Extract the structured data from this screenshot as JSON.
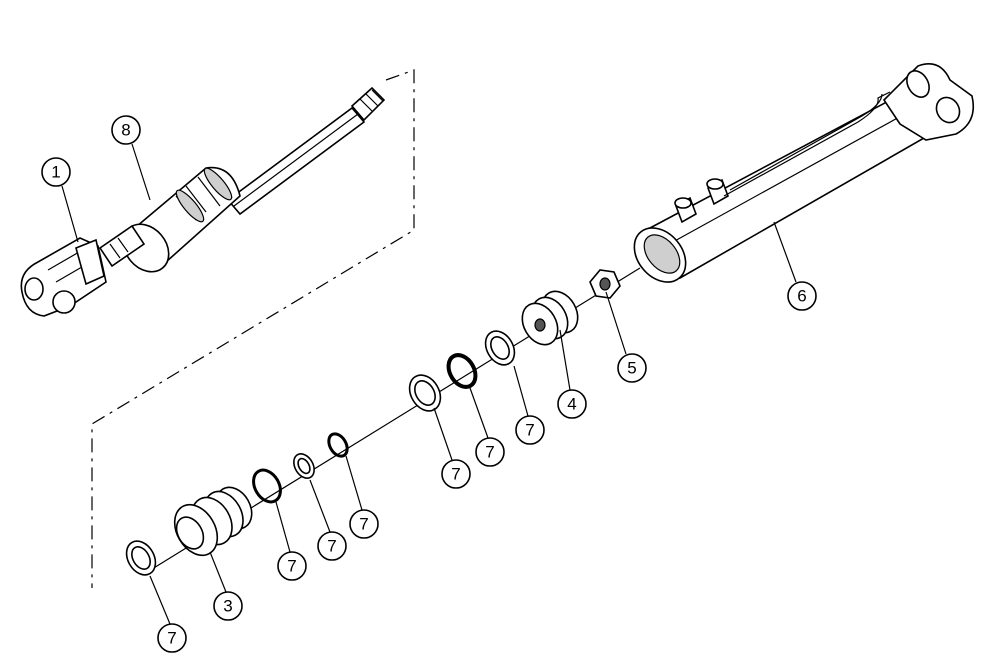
{
  "callouts": {
    "c1": "1",
    "c8": "8",
    "c6": "6",
    "c5": "5",
    "c4": "4",
    "c3": "3",
    "c7a": "7",
    "c7b": "7",
    "c7c": "7",
    "c7d": "7",
    "c7e": "7",
    "c7f": "7",
    "c7g": "7"
  }
}
